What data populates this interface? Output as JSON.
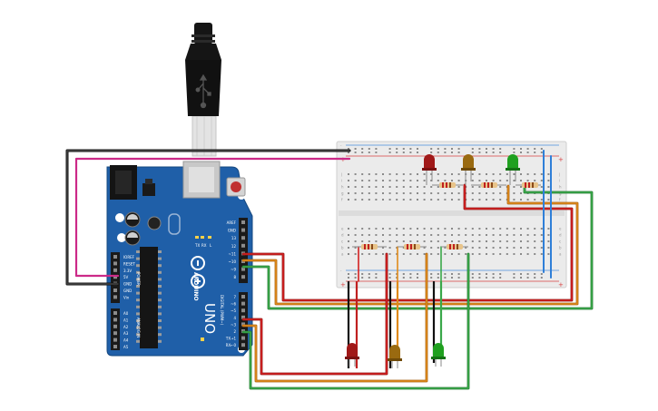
{
  "arduino": {
    "brand": "ARDUINO",
    "model": "UNO",
    "power_label": "POWER",
    "analog_label": "ANALOG IN",
    "digital_label": "DIGITAL (PWM~)",
    "reset_label": "RESET",
    "power_pins": [
      "IOREF",
      "RESET",
      "3.3V",
      "5V",
      "GND",
      "GND",
      "Vin"
    ],
    "analog_pins": [
      "A0",
      "A1",
      "A2",
      "A3",
      "A4",
      "A5"
    ],
    "top_pins": [
      "AREF",
      "GND",
      "13",
      "12",
      "~11",
      "~10",
      "~9",
      "8"
    ],
    "bottom_pins": [
      "7",
      "~6",
      "~5",
      "4",
      "~3",
      "2",
      "TX→1",
      "RX←0"
    ],
    "tx_label": "TX",
    "rx_label": "RX",
    "l_label": "L"
  },
  "breadboard": {
    "plus": "+",
    "minus": "-",
    "row_letters_top": [
      "j",
      "i",
      "h",
      "g",
      "f"
    ],
    "row_letters_bottom": [
      "e",
      "d",
      "c",
      "b",
      "a"
    ]
  },
  "colors": {
    "board": "#1f5fa8",
    "wire_red": "#d42020",
    "wire_orange": "#e08a1a",
    "wire_green": "#3aa84a",
    "wire_magenta": "#cc2a88",
    "wire_black": "#222222",
    "led_red": "#a01818",
    "led_amber": "#9a6a10",
    "led_green": "#1fa01f"
  }
}
